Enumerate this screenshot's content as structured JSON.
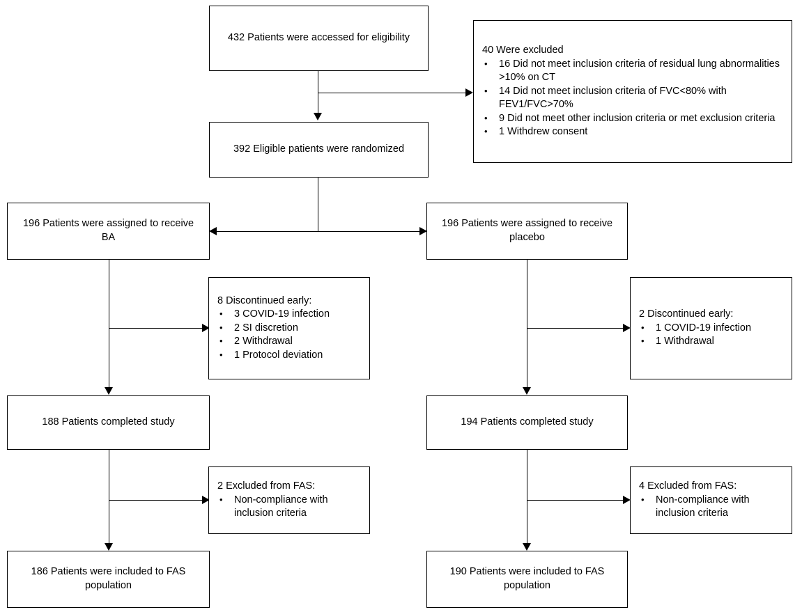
{
  "diagram": {
    "type": "consort-flow-diagram",
    "nodes": {
      "screened": {
        "text": "432 Patients were accessed for eligibility"
      },
      "excluded": {
        "head": "40 Were excluded",
        "bullets": [
          "16 Did not meet inclusion criteria of residual lung abnormalities >10% on CT",
          "14 Did not meet inclusion criteria of FVC<80% with FEV1/FVC>70%",
          "9 Did not meet other inclusion criteria or met exclusion criteria",
          "1 Withdrew consent"
        ]
      },
      "randomized": {
        "text": "392 Eligible patients were randomized"
      },
      "assigned_ba": {
        "text": "196 Patients were assigned to receive BA"
      },
      "assigned_placebo": {
        "text": "196 Patients were assigned to receive placebo"
      },
      "discontinued_ba": {
        "head": "8 Discontinued early:",
        "bullets": [
          "3 COVID-19 infection",
          "2 SI discretion",
          "2 Withdrawal",
          "1 Protocol deviation"
        ]
      },
      "discontinued_placebo": {
        "head": "2 Discontinued early:",
        "bullets": [
          "1 COVID-19 infection",
          "1 Withdrawal"
        ]
      },
      "completed_ba": {
        "text": "188 Patients completed study"
      },
      "completed_placebo": {
        "text": "194 Patients completed study"
      },
      "excluded_fas_ba": {
        "head": "2 Excluded from FAS:",
        "bullets": [
          "Non-compliance with inclusion criteria"
        ]
      },
      "excluded_fas_placebo": {
        "head": "4 Excluded from FAS:",
        "bullets": [
          "Non-compliance with inclusion criteria"
        ]
      },
      "fas_ba": {
        "text": "186 Patients were included to FAS population"
      },
      "fas_placebo": {
        "text": "190 Patients were included to FAS population"
      }
    }
  }
}
